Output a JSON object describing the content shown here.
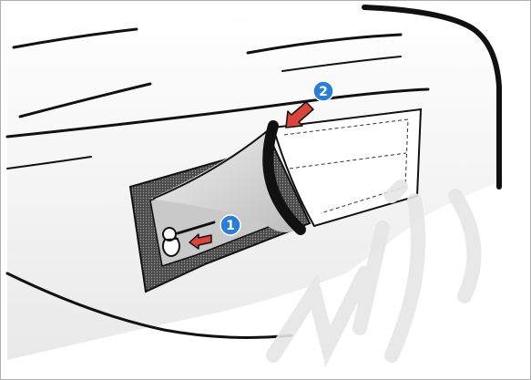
{
  "figure": {
    "frame_border": "#b0b0b0",
    "colors": {
      "outline": "#111111",
      "housing": "#ffffff",
      "lid_gradient_top": "#f7f7f7",
      "lid_gradient_bottom": "#c8c8c8",
      "recess_dark": "#3a3a3a",
      "panel_gray": "#c7c7c7",
      "arrow_red": "#d9453a",
      "badge_blue": "#2a7fd4",
      "watermark": "#e6e6e6"
    },
    "steps": [
      {
        "number": "1",
        "icon": "step-1-badge",
        "arrow": "arrow-left-icon"
      },
      {
        "number": "2",
        "icon": "step-2-badge",
        "arrow": "arrow-down-left-icon"
      }
    ],
    "icons": [
      "screw-icon",
      "arrow-left-icon",
      "arrow-down-left-icon"
    ],
    "watermark_style": "large diagonal script strokes in light gray"
  }
}
